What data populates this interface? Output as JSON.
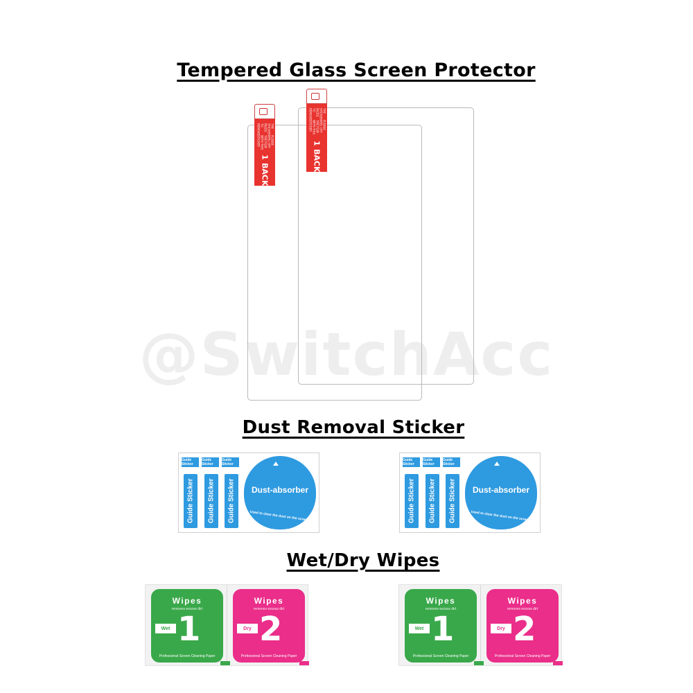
{
  "headings": {
    "glass": "Tempered Glass Screen Protector",
    "sticker": "Dust Removal Sticker",
    "wipes": "Wet/Dry Wipes"
  },
  "watermark": "@SwitchAcc",
  "glass_tab": {
    "number": "1",
    "label": "BACK",
    "line1": "THE STICKER FACES TO REMOVE",
    "line2": "PLEASE PEEL OFF THE FILM WITH THIS STICKER"
  },
  "sticker": {
    "guide_label": "Guide Sticker",
    "dust_title": "Dust-absorber",
    "dust_sub": "Used to clear the dust on the screen."
  },
  "wipes": {
    "title": "Wipes",
    "sub": "removes excess dirt",
    "wet_label": "Wet",
    "wet_num": "1",
    "dry_label": "Dry",
    "dry_num": "2",
    "footer": "Professional Screen Cleaning Paper"
  },
  "colors": {
    "tab_red": "#e8332f",
    "sticker_blue": "#2e9ae0",
    "wet_green": "#39a84a",
    "dry_pink": "#ea2e8a"
  }
}
